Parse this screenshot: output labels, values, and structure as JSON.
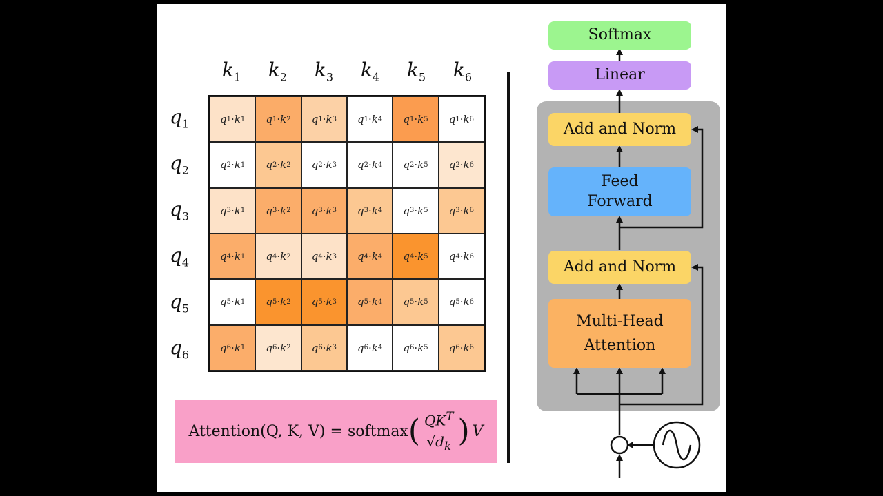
{
  "columns": [
    {
      "var": "k",
      "sub": "1"
    },
    {
      "var": "k",
      "sub": "2"
    },
    {
      "var": "k",
      "sub": "3"
    },
    {
      "var": "k",
      "sub": "4"
    },
    {
      "var": "k",
      "sub": "5"
    },
    {
      "var": "k",
      "sub": "6"
    }
  ],
  "rows": [
    {
      "var": "q",
      "sub": "1"
    },
    {
      "var": "q",
      "sub": "2"
    },
    {
      "var": "q",
      "sub": "3"
    },
    {
      "var": "q",
      "sub": "4"
    },
    {
      "var": "q",
      "sub": "5"
    },
    {
      "var": "q",
      "sub": "6"
    }
  ],
  "cell_colors": [
    [
      "#fde2c8",
      "#fbac68",
      "#fcd1a6",
      "#ffffff",
      "#fb9c4f",
      "#ffffff"
    ],
    [
      "#ffffff",
      "#fcc892",
      "#ffffff",
      "#ffffff",
      "#ffffff",
      "#fde6cf"
    ],
    [
      "#fde2c8",
      "#fbad6a",
      "#fbad6a",
      "#fcc892",
      "#ffffff",
      "#fcc892"
    ],
    [
      "#fbad6a",
      "#fde2c8",
      "#fde2c8",
      "#fbad6a",
      "#fa942e",
      "#ffffff"
    ],
    [
      "#ffffff",
      "#fa942e",
      "#fa942e",
      "#fbad6a",
      "#fcc892",
      "#ffffff"
    ],
    [
      "#fbad6a",
      "#fde6cf",
      "#fcc892",
      "#ffffff",
      "#ffffff",
      "#fcc892"
    ]
  ],
  "formula": {
    "lhs": "Attention(Q, K, V) = softmax",
    "numerator": "QK",
    "numerator_sup": "T",
    "denominator": "√d",
    "denominator_sub": "k",
    "tail": "V"
  },
  "blocks": {
    "softmax": {
      "label": "Softmax",
      "color": "#9cf58f"
    },
    "linear": {
      "label": "Linear",
      "color": "#c89af5"
    },
    "add_norm_top": {
      "label": "Add and Norm",
      "color": "#fbd566"
    },
    "feed_forward": {
      "label": "Feed\nForward",
      "color": "#65b3fb"
    },
    "add_norm_bottom": {
      "label": "Add and Norm",
      "color": "#fbd566"
    },
    "multi_head": {
      "label": "Multi-Head\nAttention",
      "color": "#fbb262"
    }
  }
}
